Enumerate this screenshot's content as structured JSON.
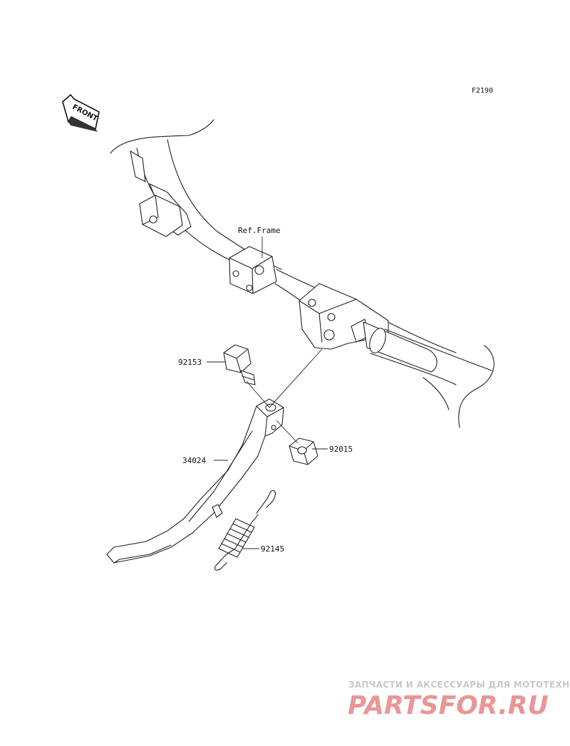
{
  "figure_id": "F2190",
  "front_label": "FRONT",
  "ref_label": "Ref.Frame",
  "parts": [
    {
      "number": "92153"
    },
    {
      "number": "34024"
    },
    {
      "number": "92015"
    },
    {
      "number": "92145"
    }
  ],
  "watermark": {
    "caption": "ЗАПЧАСТИ И АКСЕССУАРЫ ДЛЯ МОТОТЕХНИКИ",
    "logo": "PARTSFOR.RU",
    "color": "#e57d7d"
  }
}
